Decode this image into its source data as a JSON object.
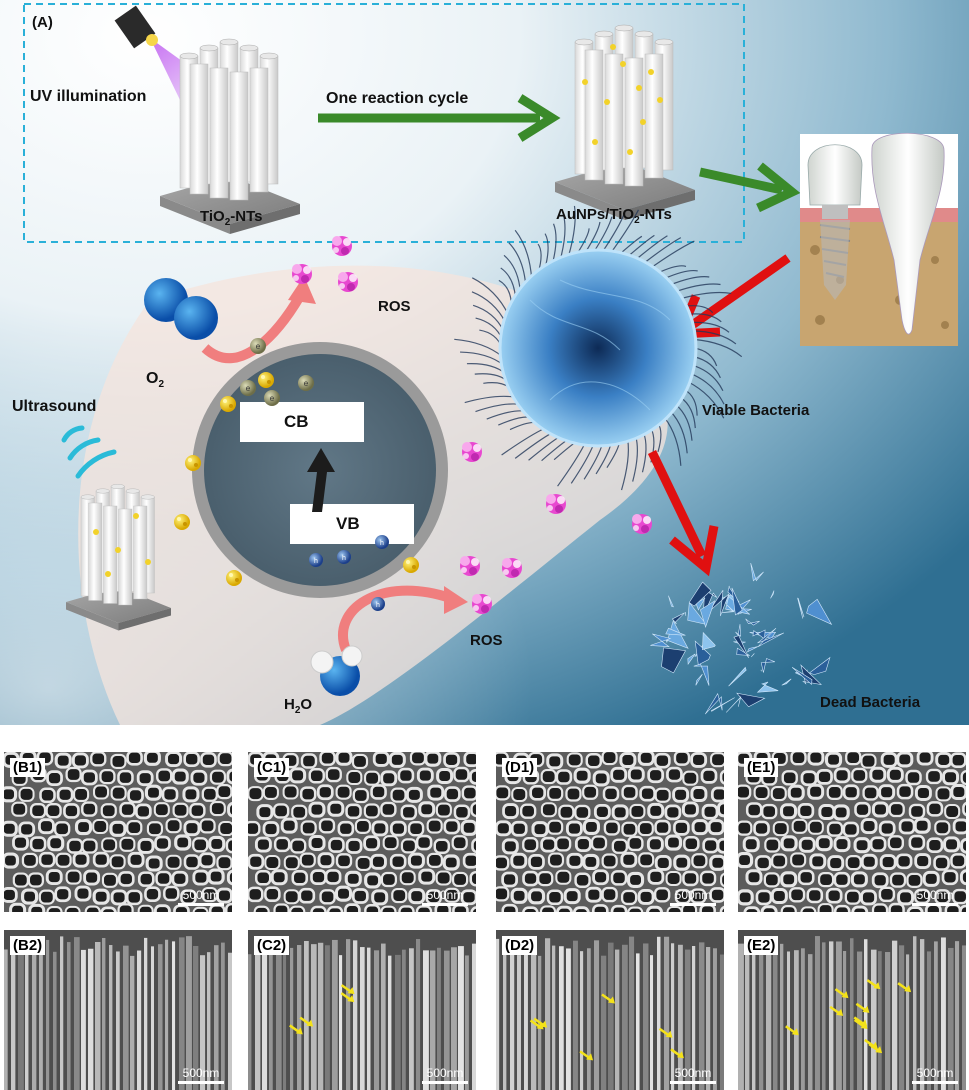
{
  "panel_a": {
    "tag": "(A)",
    "uv_label": "UV illumination",
    "tio2_label": "TiO",
    "tio2_sub": "2",
    "tio2_suffix": "-NTs",
    "cycle_label": "One reaction cycle",
    "au_label": "AuNPs/TiO",
    "au_sub": "2",
    "au_suffix": "-NTs",
    "ros_top": "ROS",
    "o2_label": "O",
    "o2_sub": "2",
    "ultrasound_label": "Ultrasound",
    "cb_label": "CB",
    "vb_label": "VB",
    "ros_bottom": "ROS",
    "h2o_label": "H",
    "h2o_sub": "2",
    "h2o_suffix": "O",
    "viable_label": "Viable Bacteria",
    "dead_label": "Dead Bacteria"
  },
  "sem_panels": [
    {
      "tag": "(B1)",
      "scale": "500nm",
      "type": "top"
    },
    {
      "tag": "(C1)",
      "scale": "500nm",
      "type": "top"
    },
    {
      "tag": "(D1)",
      "scale": "500nm",
      "type": "top"
    },
    {
      "tag": "(E1)",
      "scale": "500nm",
      "type": "top"
    },
    {
      "tag": "(B2)",
      "scale": "500nm",
      "type": "side",
      "arrows": 0
    },
    {
      "tag": "(C2)",
      "scale": "500nm",
      "type": "side",
      "arrows": 4
    },
    {
      "tag": "(D2)",
      "scale": "500nm",
      "type": "side",
      "arrows": 6
    },
    {
      "tag": "(E2)",
      "scale": "500nm",
      "type": "side",
      "arrows": 10
    }
  ],
  "colors": {
    "arrow_green": "#3a8a2a",
    "arrow_red": "#e01010",
    "dashed_box": "#2ab0d8",
    "ros_pink": "#e040c8",
    "electron_olive": "#8a8a60",
    "hole_blue": "#2a50a0",
    "bacteria_blue": "#3a80c8"
  }
}
